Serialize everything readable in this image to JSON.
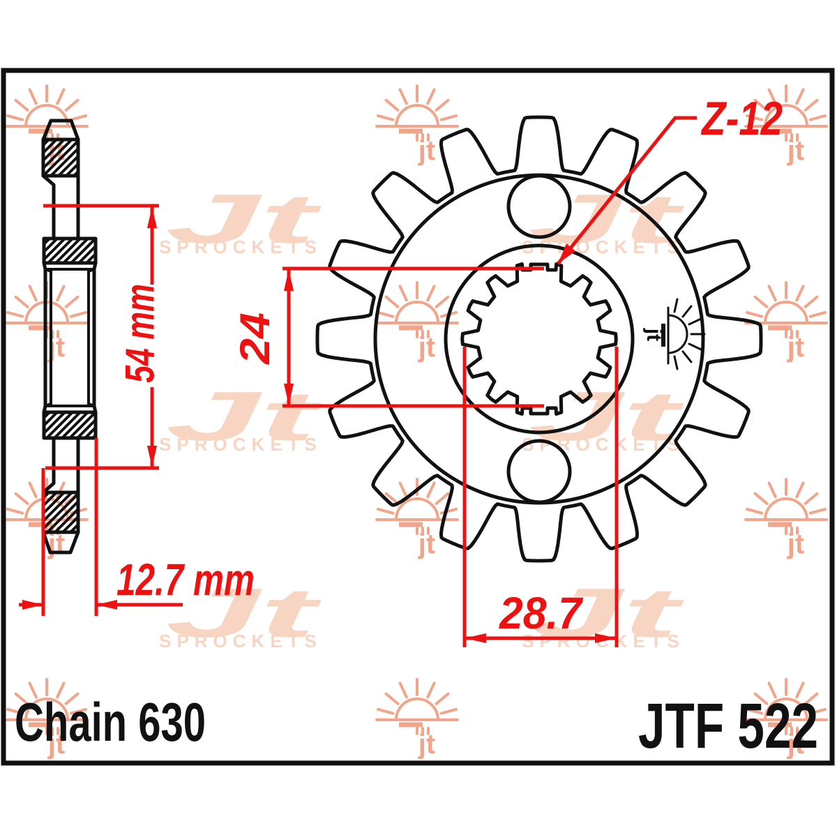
{
  "labels": {
    "product_code": "JTF 522",
    "chain_spec": "Chain 630",
    "spline_callout": "Z-12"
  },
  "dimensions": {
    "hub_length": "54 mm",
    "spline_across_flats": "24",
    "hub_width": "12.7 mm",
    "spline_major_diameter": "28.7"
  },
  "watermark": {
    "brand": "Jt",
    "brand_sub": "SPROCKETS",
    "mark": "jt"
  },
  "colors": {
    "dimension_red": "#ee1111",
    "line_black": "#111111",
    "watermark_sun": "#f2a58a",
    "watermark_logo": "#f8d5c2"
  }
}
